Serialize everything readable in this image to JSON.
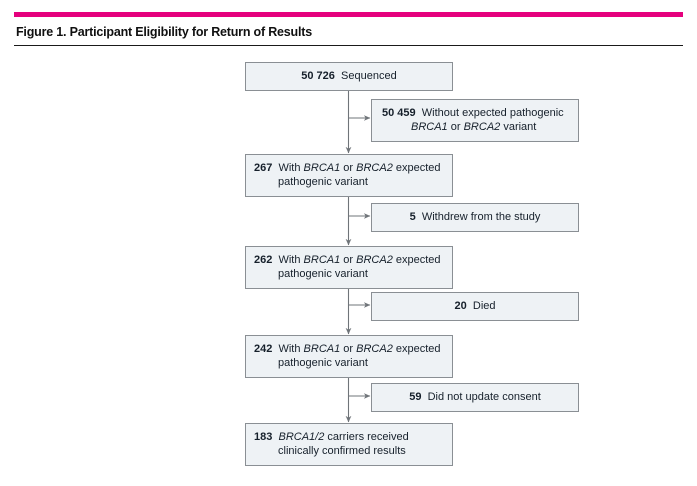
{
  "header": {
    "title": "Figure 1. Participant Eligibility for Return of Results",
    "accent_color": "#e5007d",
    "rule_color": "#1a1a1a"
  },
  "chart_data": {
    "type": "diagram",
    "title": "Figure 1. Participant Eligibility for Return of Results",
    "layout": "vertical-flowchart-with-right-exclusions",
    "main_nodes": [
      {
        "count": "50 726",
        "label": "Sequenced"
      },
      {
        "count": "267",
        "label_line1_pre": "With ",
        "gene1": "BRCA1",
        "mid": " or ",
        "gene2": "BRCA2",
        "label_line1_post": " expected",
        "label_line2": "pathogenic variant"
      },
      {
        "count": "262",
        "label_line1_pre": "With ",
        "gene1": "BRCA1",
        "mid": " or ",
        "gene2": "BRCA2",
        "label_line1_post": " expected",
        "label_line2": "pathogenic variant"
      },
      {
        "count": "242",
        "label_line1_pre": "With ",
        "gene1": "BRCA1",
        "mid": " or ",
        "gene2": "BRCA2",
        "label_line1_post": " expected",
        "label_line2": "pathogenic variant"
      },
      {
        "count": "183",
        "gene1": "BRCA1/2",
        "label_line1_post": " carriers received",
        "label_line2": "clinically confirmed results"
      }
    ],
    "exclusion_nodes": [
      {
        "count": "50 459",
        "label_line1": "Without expected pathogenic",
        "gene1": "BRCA1",
        "mid": " or ",
        "gene2": "BRCA2",
        "label_line2_post": " variant"
      },
      {
        "count": "5",
        "label": "Withdrew from the study"
      },
      {
        "count": "20",
        "label": "Died"
      },
      {
        "count": "59",
        "label": "Did not update consent"
      }
    ],
    "flow": [
      {
        "from": "50 726 Sequenced",
        "excluded": "50 459 Without expected pathogenic BRCA1 or BRCA2 variant",
        "to": "267 With BRCA1 or BRCA2 expected pathogenic variant"
      },
      {
        "from": "267 With BRCA1 or BRCA2 expected pathogenic variant",
        "excluded": "5 Withdrew from the study",
        "to": "262 With BRCA1 or BRCA2 expected pathogenic variant"
      },
      {
        "from": "262 With BRCA1 or BRCA2 expected pathogenic variant",
        "excluded": "20 Died",
        "to": "242 With BRCA1 or BRCA2 expected pathogenic variant"
      },
      {
        "from": "242 With BRCA1 or BRCA2 expected pathogenic variant",
        "excluded": "59 Did not update consent",
        "to": "183 BRCA1/2 carriers received clinically confirmed results"
      }
    ],
    "node_fill": "#eef2f5",
    "node_border": "#8a8f94",
    "connector_color": "#6f7479"
  }
}
